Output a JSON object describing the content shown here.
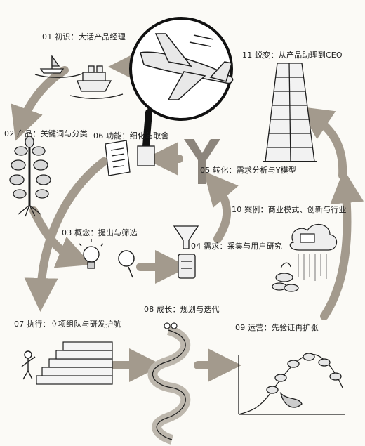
{
  "steps": [
    {
      "text": "01 初识：大话产品经理"
    },
    {
      "text": "02 产品：关键词与分类"
    },
    {
      "text": "03 概念：提出与筛选"
    },
    {
      "text": "04 需求：采集与用户研究"
    },
    {
      "text": "05 转化：需求分析与Y模型"
    },
    {
      "text": "06 功能：细化与取舍"
    },
    {
      "text": "07 执行：立项组队与研发护航"
    },
    {
      "text": "08 成长：规划与迭代"
    },
    {
      "text": "09 运营：先验证再扩张"
    },
    {
      "text": "10 案例：商业模式、创新与行业"
    },
    {
      "text": "11 蜕变：从产品助理到CEO"
    }
  ],
  "colors": {
    "arrow": "#a39a8d",
    "ink": "#1e1e1e",
    "paper": "#fbfaf6"
  },
  "icons": [
    "boat-icon",
    "ship-icon",
    "plane-icon",
    "magnifier-icon",
    "tree-icon",
    "document-icon",
    "y-model-icon",
    "lightbulb-icon",
    "funnel-icon",
    "jar-icon",
    "stairs-icon",
    "person-icon",
    "spiral-staircase-icon",
    "growth-chart-icon",
    "cloud-rain-icon",
    "tower-icon"
  ]
}
